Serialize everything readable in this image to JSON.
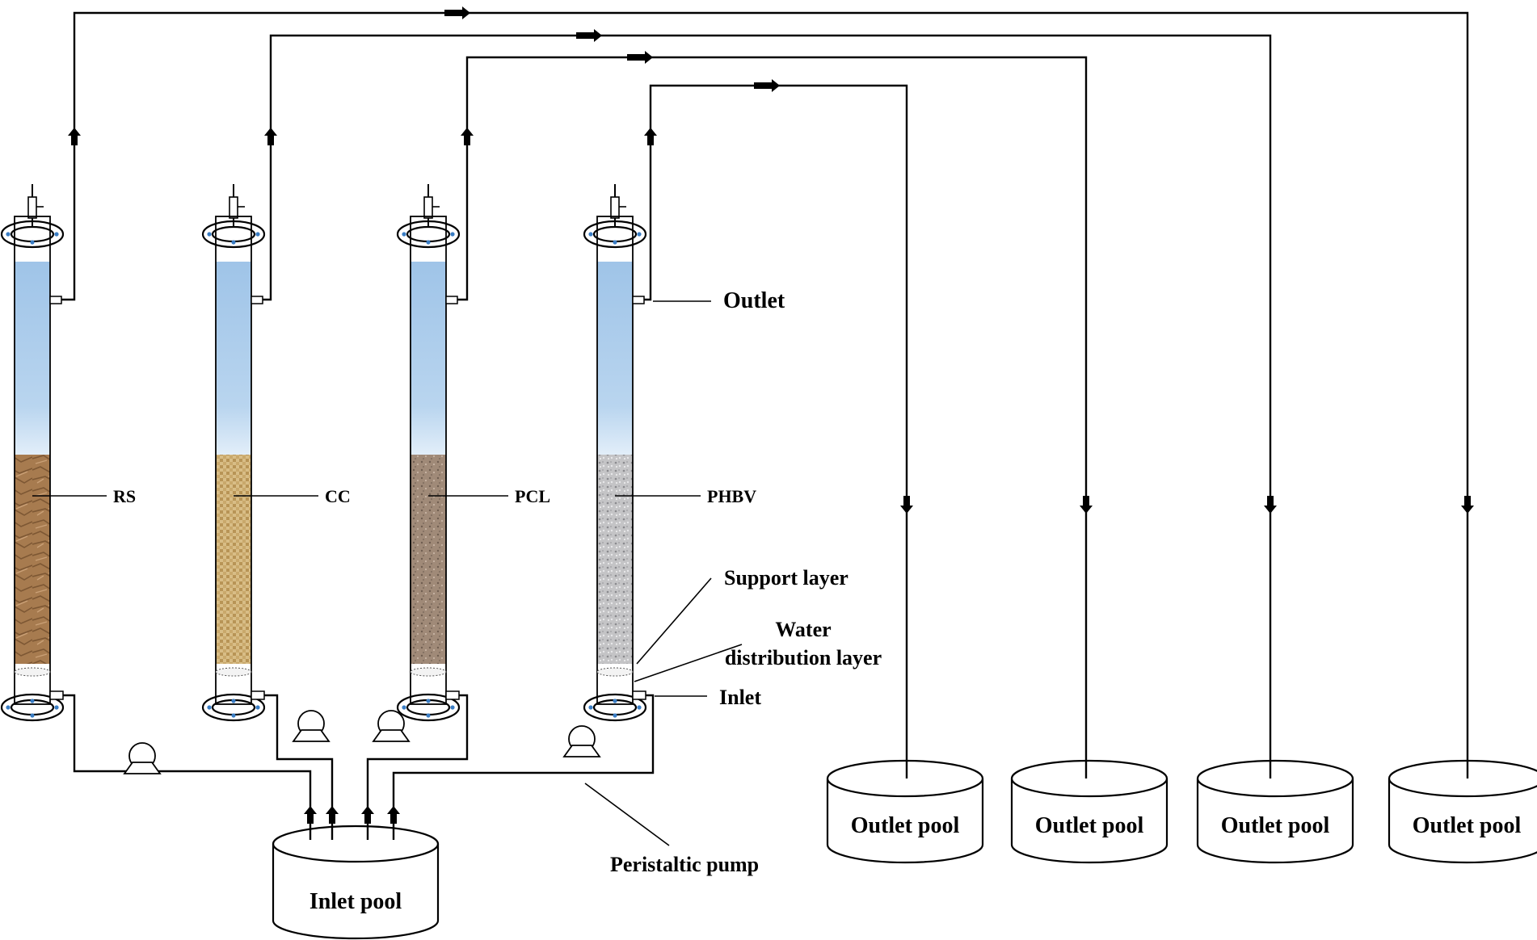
{
  "columns": [
    {
      "id": "rs",
      "label": "RS",
      "media": "rice-straw"
    },
    {
      "id": "cc",
      "label": "CC",
      "media": "corncob"
    },
    {
      "id": "pcl",
      "label": "PCL",
      "media": "polycaprolactone"
    },
    {
      "id": "phbv",
      "label": "PHBV",
      "media": "phbv"
    }
  ],
  "labels": {
    "outlet": "Outlet",
    "support_layer": "Support layer",
    "water_distribution_line1": "Water",
    "water_distribution_line2": "distribution layer",
    "inlet": "Inlet",
    "peristaltic_pump": "Peristaltic pump",
    "inlet_pool": "Inlet pool"
  },
  "outlet_pools": [
    {
      "label": "Outlet pool"
    },
    {
      "label": "Outlet pool"
    },
    {
      "label": "Outlet pool"
    },
    {
      "label": "Outlet pool"
    }
  ],
  "colors": {
    "water": "#a9cbea",
    "rs_media": "#a77b4f",
    "cc_media": "#d3b47a",
    "pcl_media": "#9c8878",
    "phbv_media": "#b9b9bb",
    "line": "#000000"
  }
}
